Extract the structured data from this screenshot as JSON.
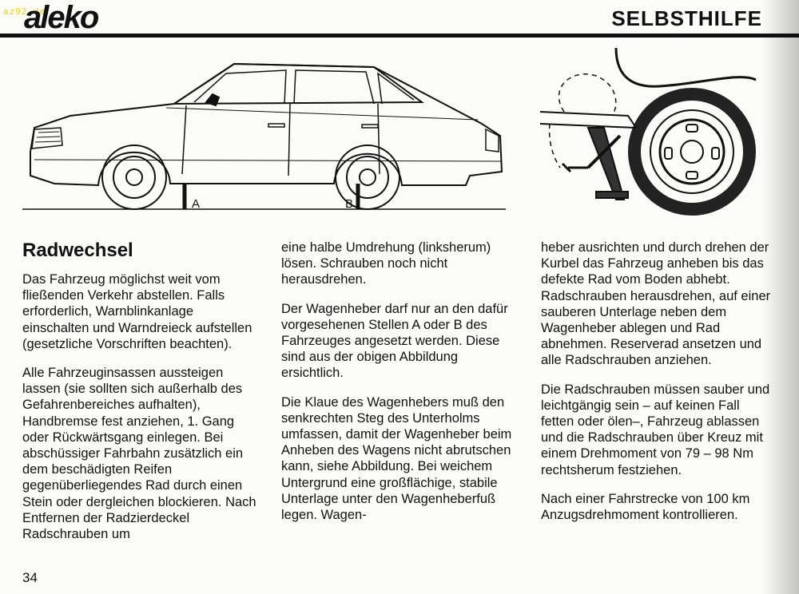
{
  "header": {
    "watermark": "az92.de",
    "logo": "aleko",
    "title": "SELBSTHILFE"
  },
  "figure": {
    "label_a": "A",
    "label_b": "B"
  },
  "article": {
    "heading": "Radwechsel",
    "col1": [
      "Das Fahrzeug möglichst weit vom fließenden Verkehr abstellen. Falls erforderlich, Warnblinkanlage einschalten und Warndreieck aufstellen (gesetzliche Vorschriften beachten).",
      "Alle Fahrzeuginsassen aussteigen lassen (sie sollten sich außerhalb des Gefahrenbereiches aufhalten), Handbremse fest anziehen, 1. Gang oder Rückwärtsgang einlegen. Bei abschüssiger Fahrbahn zusätzlich ein dem beschädigten Reifen gegenüberliegendes Rad durch einen Stein oder dergleichen blockieren. Nach Entfernen der Radzierdeckel Radschrauben um"
    ],
    "col2": [
      "eine halbe Umdrehung (linksherum) lösen. Schrauben noch nicht herausdrehen.",
      "Der Wagenheber darf nur an den dafür vorgesehenen Stellen A oder B des Fahrzeuges angesetzt werden. Diese sind aus der obigen Abbildung ersichtlich.",
      "Die Klaue des Wagenhebers muß den senkrechten Steg des Unterholms umfassen, damit der Wagenheber beim Anheben des Wagens nicht abrutschen kann, siehe Abbildung. Bei weichem Untergrund eine großflächige, stabile Unterlage unter den Wagenheberfuß legen. Wagen-"
    ],
    "col3": [
      "heber ausrichten und durch drehen der Kurbel das Fahrzeug anheben bis das defekte Rad vom Boden abhebt. Radschrauben herausdrehen, auf einer sauberen Unterlage neben dem Wagenheber ablegen und Rad abnehmen. Reserverad ansetzen und alle Radschrauben anziehen.",
      "Die Radschrauben müssen sauber und leichtgängig sein – auf keinen Fall fetten oder ölen–, Fahrzeug ablassen und die Radschrauben über Kreuz mit einem Drehmoment von 79 – 98 Nm rechtsherum festziehen.",
      "Nach einer Fahrstrecke von 100 km Anzugsdrehmoment kontrollieren."
    ]
  },
  "footer": {
    "page_number": "34"
  }
}
